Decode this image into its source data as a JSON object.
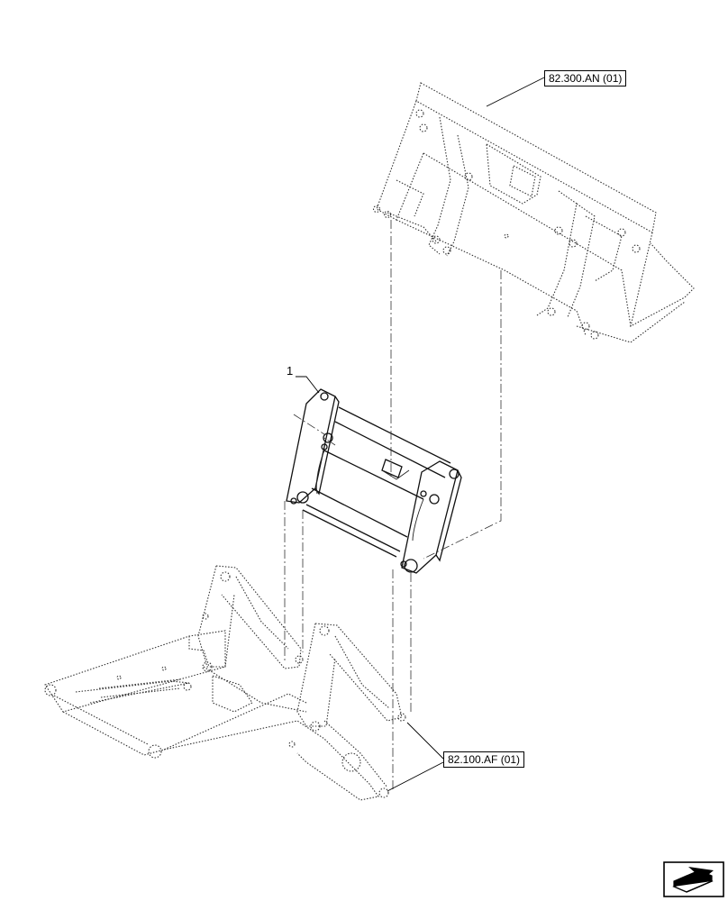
{
  "diagram": {
    "item_number": "1",
    "references": {
      "bucket": "82.300.AN (01)",
      "loader_arm": "82.100.AF (01)"
    }
  },
  "icons": {
    "next_page": "next-page-arrow-icon"
  }
}
